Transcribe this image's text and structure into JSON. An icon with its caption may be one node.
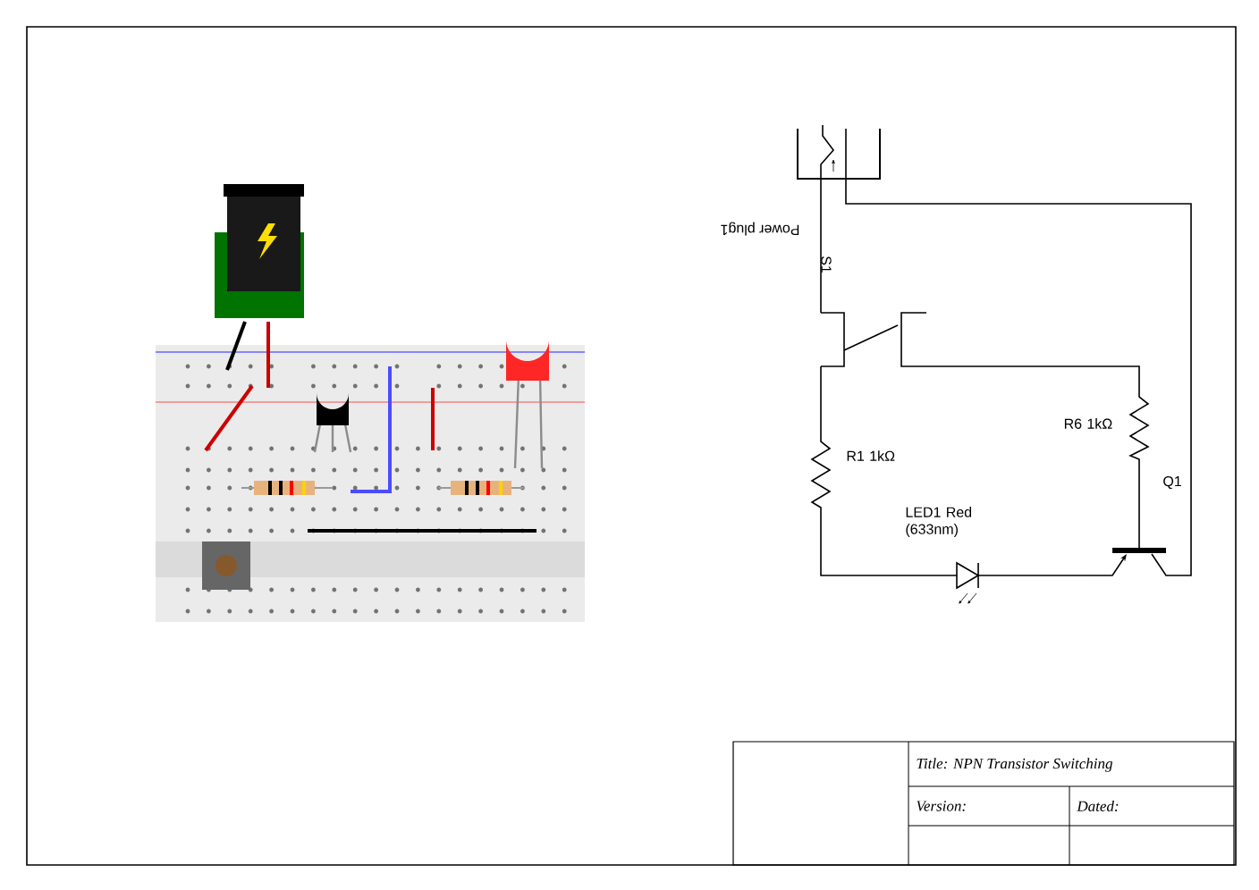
{
  "diagram": {
    "nodes": [
      {
        "text": [
          "Power plug1"
        ]
      },
      {
        "text": [
          "S1"
        ]
      },
      {
        "text": [
          "R1 1kΩ"
        ]
      },
      {
        "text": [
          "R6 1kΩ"
        ]
      },
      {
        "text": [
          "LED1 Red (633nm)"
        ]
      },
      {
        "text": [
          "Q1"
        ]
      }
    ],
    "edges": [
      {
        "from": 0,
        "to": 1,
        "arrow": "none"
      },
      {
        "from": 0,
        "to": 5,
        "arrow": "none"
      },
      {
        "from": 1,
        "to": 2,
        "arrow": "none"
      },
      {
        "from": 1,
        "to": 3,
        "arrow": "none"
      },
      {
        "from": 2,
        "to": 4,
        "arrow": "none"
      },
      {
        "from": 4,
        "to": 5,
        "arrow": "none"
      },
      {
        "from": 3,
        "to": 5,
        "arrow": "none"
      }
    ],
    "labels": [
      "Title: NPN Transistor Switching",
      "Version:",
      "Dated:"
    ]
  }
}
